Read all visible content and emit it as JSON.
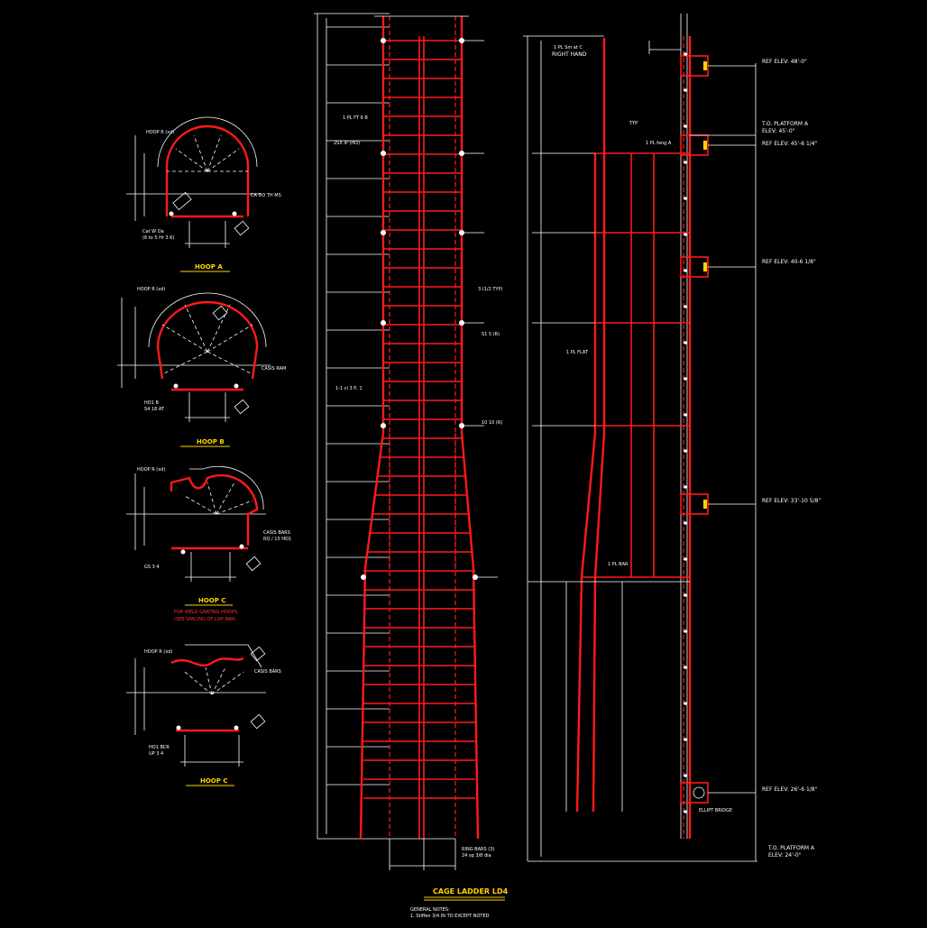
{
  "hoops": [
    {
      "title": "HOOP A",
      "notes": [
        "HOOP R (xd)",
        "CA DO TH MS",
        "Cat W Oa",
        "(6 to 5 Hr 3 K)"
      ]
    },
    {
      "title": "HOOP B",
      "notes": [
        "HOOP R (xd)",
        "CASIS RAM",
        "HO1 B",
        "S4 18 AT"
      ]
    },
    {
      "title": "HOOP C",
      "notes": [
        "HOOP R (xd)",
        "CASIS BARS",
        "RQ / 15 HO1",
        "GS 3 4"
      ]
    },
    {
      "title": "HOOP C",
      "notes": [
        "HOOP R (xd)",
        "CASIS BARS",
        "HO1 BCR",
        "UP 3 4"
      ]
    }
  ],
  "hoop_c_note_lines": [
    "FOR WELD GRATING HOOPS,",
    "(SEE SPACING OF CAP BAR)"
  ],
  "front_view": {
    "labels": [
      "1 PL FT 6 B",
      "1-1 cl 3 P, 1",
      "2SX IP (HO)",
      "3 (1/2 TYP)",
      "S1 5 (R)",
      "10 10 (R)"
    ],
    "bottom_note": [
      "RING BARS (3)",
      "24 sq 3/8 dia"
    ]
  },
  "side_view": {
    "labels": [
      "1 PL Sm at C",
      "RIGHT HAND",
      "TYP",
      "1 PL fang A",
      "1 PL FLAT",
      "1 PL BAR",
      "ELLIPT BRIDGE"
    ]
  },
  "elevations": [
    "REF ELEV: 48'-0\"",
    "T.O. PLATFORM A",
    "ELEV: 45'-0\"",
    "REF ELEV: 45'-6 1/4\"",
    "REF ELEV: 40-6 1/8\"",
    "REF ELEV: 33'-10 5/8\"",
    "REF ELEV: 26'-6 1/8\"",
    "T.O. PLATFORM A",
    "ELEV: 24'-0\""
  ],
  "drawing_title": "CAGE LADDER LD4",
  "general_notes": [
    "GENERAL NOTES:",
    "1. Stiffen 3/4 IN TO EXCEPT NOTED"
  ],
  "colors": {
    "steel": "#ff1a1a",
    "dims": "#ffffff",
    "titles": "#ffd400",
    "background": "#000000"
  }
}
